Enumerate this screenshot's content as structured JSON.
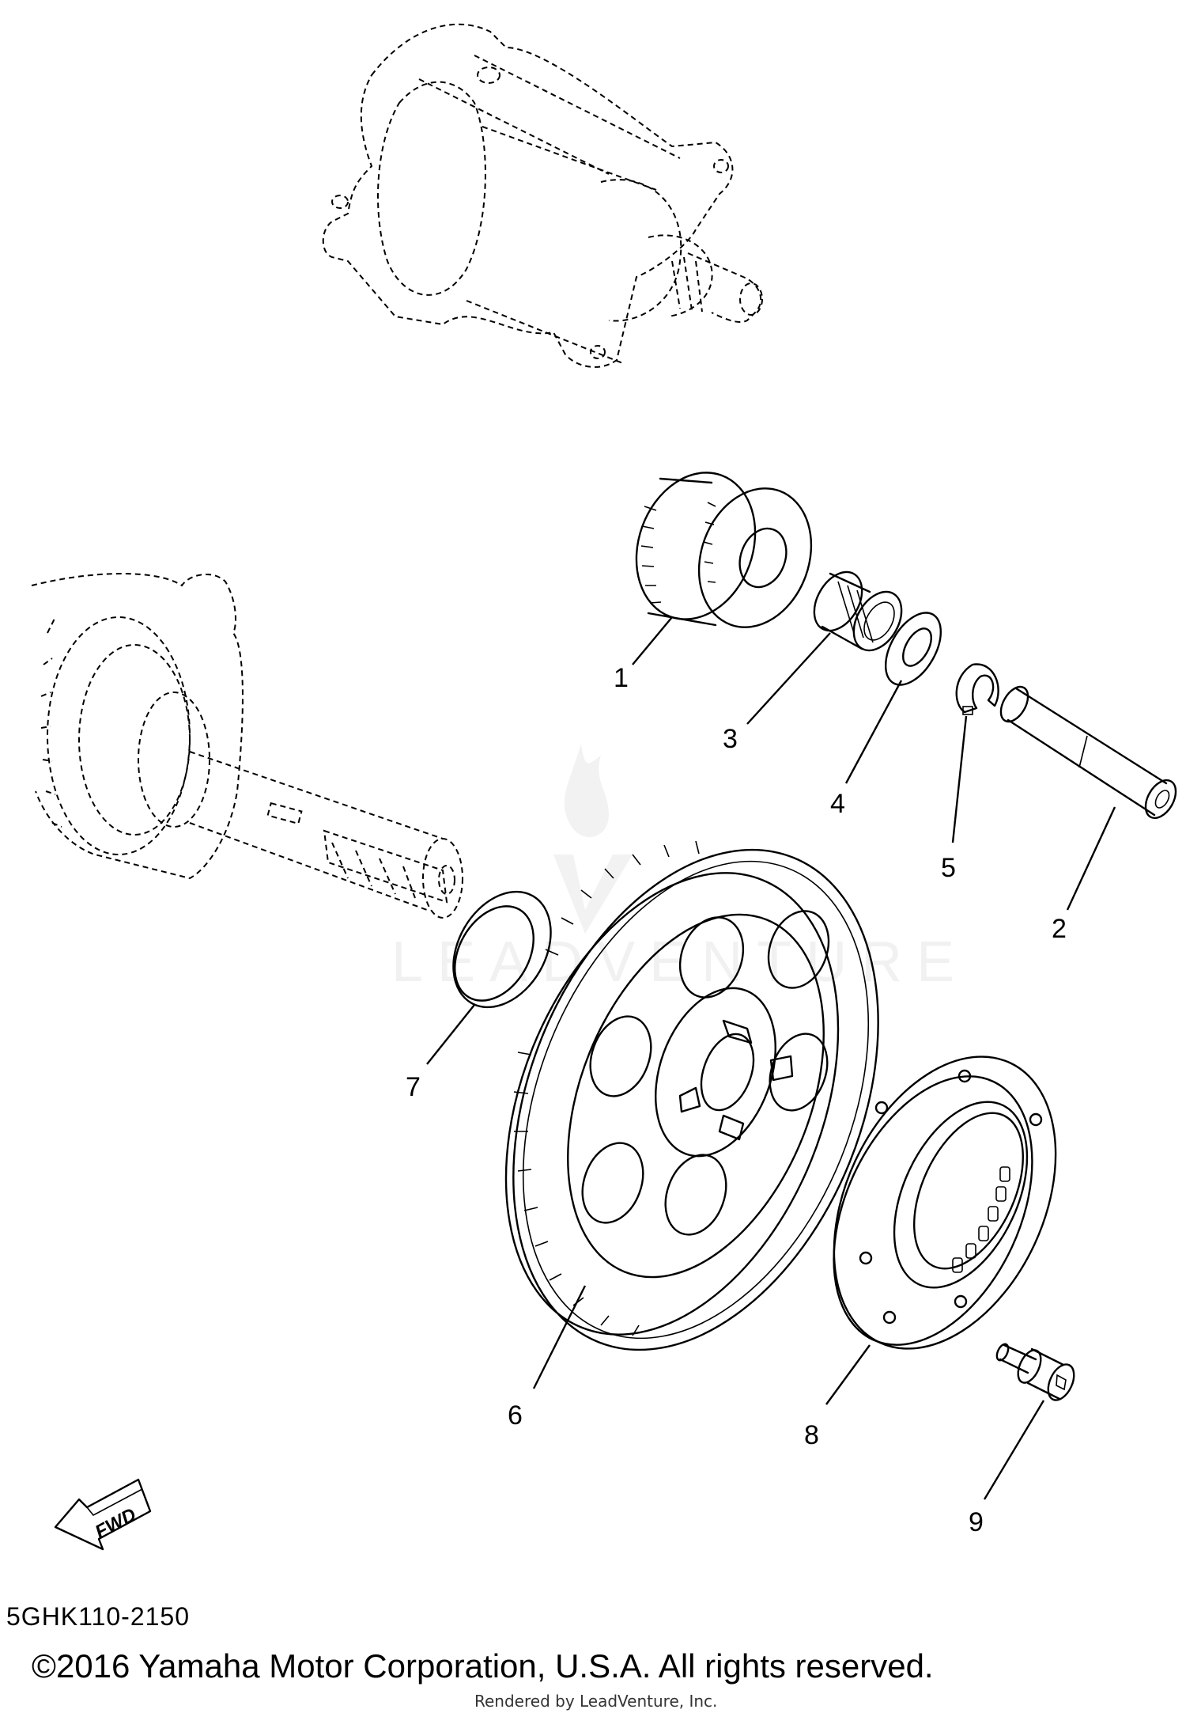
{
  "diagram": {
    "drawing_code": "5GHK110-2150",
    "copyright": "©2016 Yamaha Motor Corporation, U.S.A. All rights reserved.",
    "rendered_by": "Rendered by LeadVenture, Inc.",
    "watermark": "LEADVENTURE",
    "fwd_label": "FWD",
    "callouts": [
      "1",
      "2",
      "3",
      "4",
      "5",
      "6",
      "7",
      "8",
      "9"
    ]
  }
}
